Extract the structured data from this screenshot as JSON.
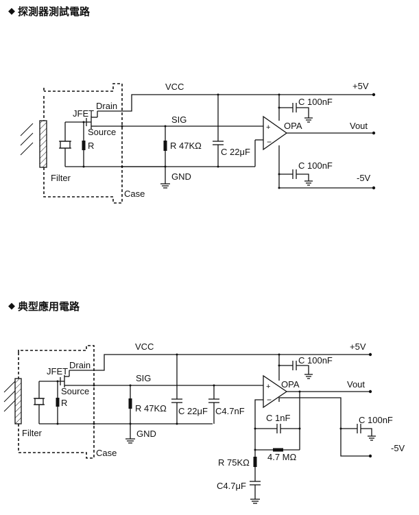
{
  "section1": {
    "title": "探測器測試電路",
    "labels": {
      "vcc": "VCC",
      "drain": "Drain",
      "jfet": "JFET",
      "source": "Source",
      "r": "R",
      "filter": "Filter",
      "case": "Case",
      "sig": "SIG",
      "r47": "R 47KΩ",
      "gnd": "GND",
      "c22": "C 22μF",
      "opa": "OPA",
      "c100a": "C 100nF",
      "c100b": "C 100nF",
      "p5v": "+5V",
      "vout": "Vout",
      "m5v": "-5V"
    }
  },
  "section2": {
    "title": "典型應用電路",
    "labels": {
      "vcc": "VCC",
      "drain": "Drain",
      "jfet": "JFET",
      "source": "Source",
      "r": "R",
      "filter": "Filter",
      "case": "Case",
      "sig": "SIG",
      "r47": "R 47KΩ",
      "gnd": "GND",
      "c22": "C 22μF",
      "c47n": "C4.7nF",
      "opa": "OPA",
      "c100a": "C 100nF",
      "c100b": "C 100nF",
      "p5v": "+5V",
      "vout": "Vout",
      "m5v": "-5V",
      "c1n": "C 1nF",
      "r75": "R 75KΩ",
      "r47m": "4.7 MΩ",
      "c47u": "C4.7μF"
    }
  }
}
